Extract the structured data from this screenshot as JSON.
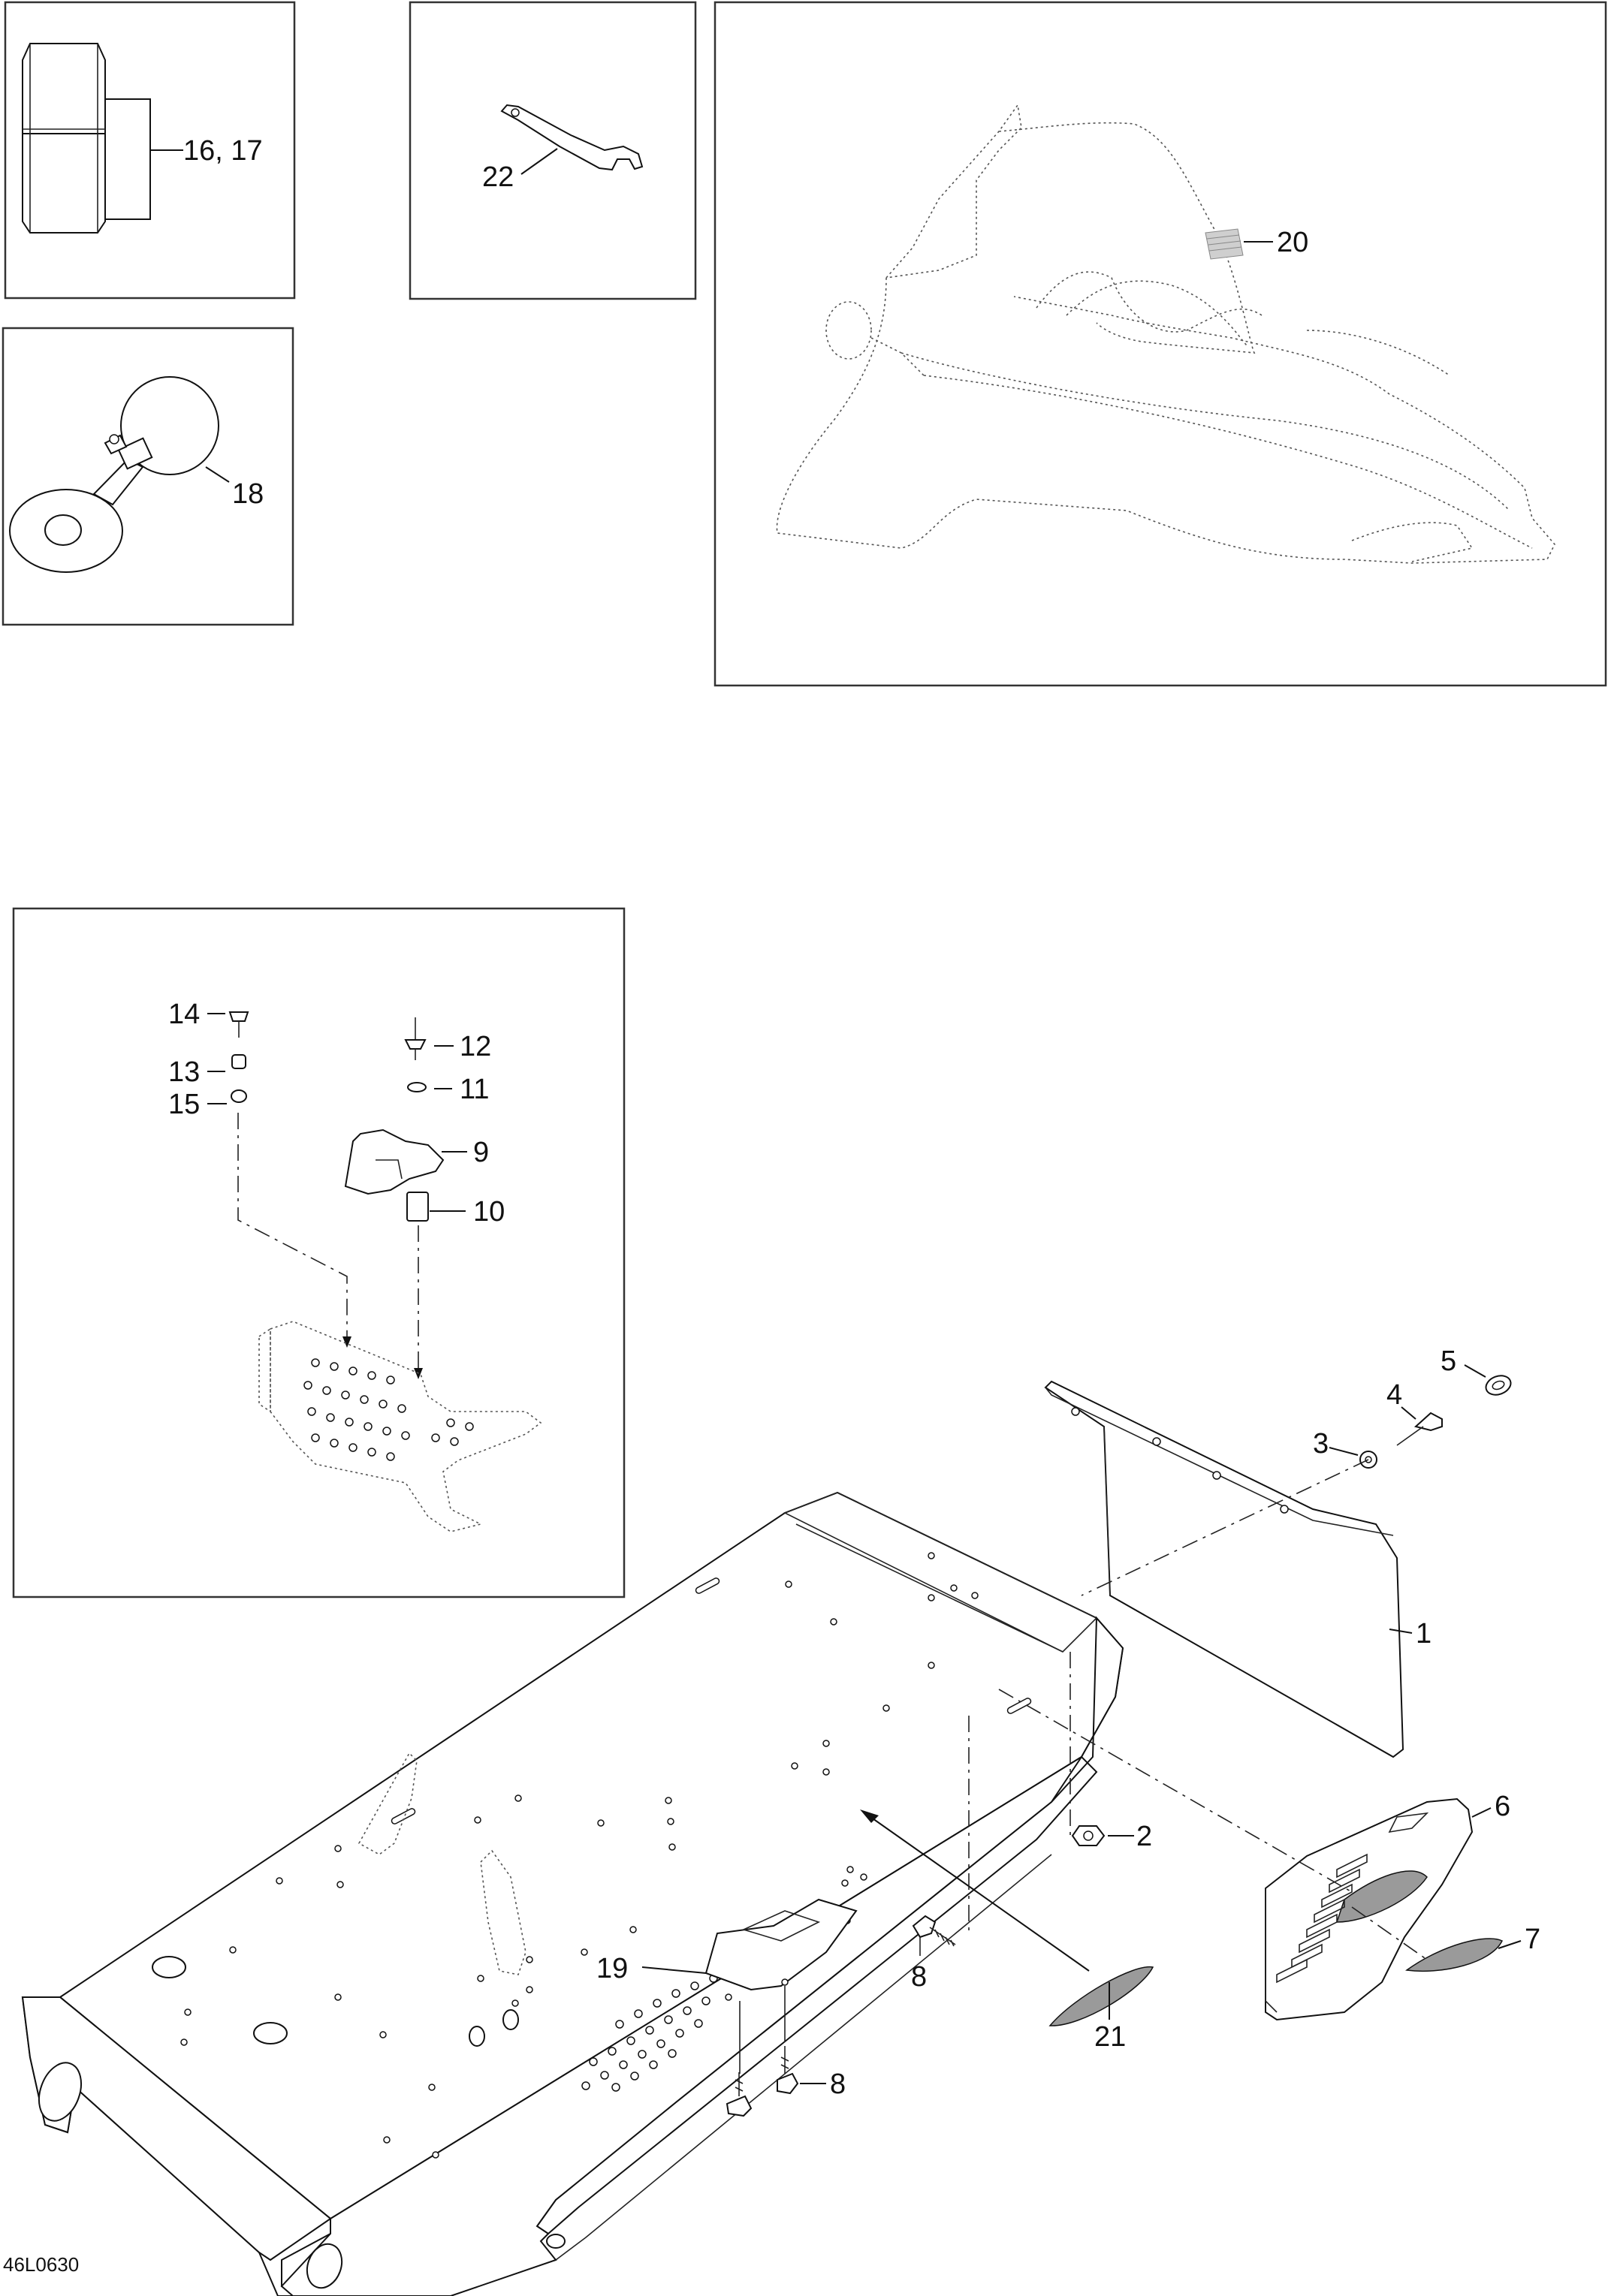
{
  "diagram_code": "46L0630",
  "callouts": {
    "c1": "1",
    "c2": "2",
    "c3": "3",
    "c4": "4",
    "c5": "5",
    "c6": "6",
    "c7": "7",
    "c8a": "8",
    "c8b": "8",
    "c9": "9",
    "c10": "10",
    "c11": "11",
    "c12": "12",
    "c13": "13",
    "c14": "14",
    "c15": "15",
    "c1617": "16, 17",
    "c18": "18",
    "c19": "19",
    "c20": "20",
    "c21": "21",
    "c22": "22"
  }
}
